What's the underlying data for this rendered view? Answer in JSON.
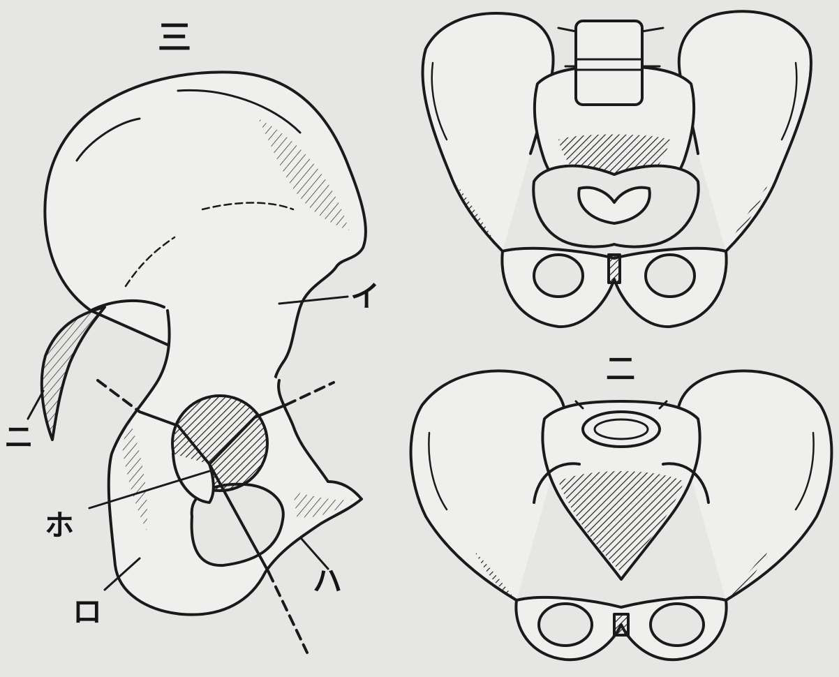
{
  "figures": {
    "hip_bone": {
      "label": "三"
    },
    "pelvis_upper": {
      "label": ""
    },
    "pelvis_lower": {
      "label": "二"
    }
  },
  "callouts": {
    "i": "イ",
    "ro": "ロ",
    "ha": "ハ",
    "ni": "ニ",
    "ho": "ホ"
  }
}
